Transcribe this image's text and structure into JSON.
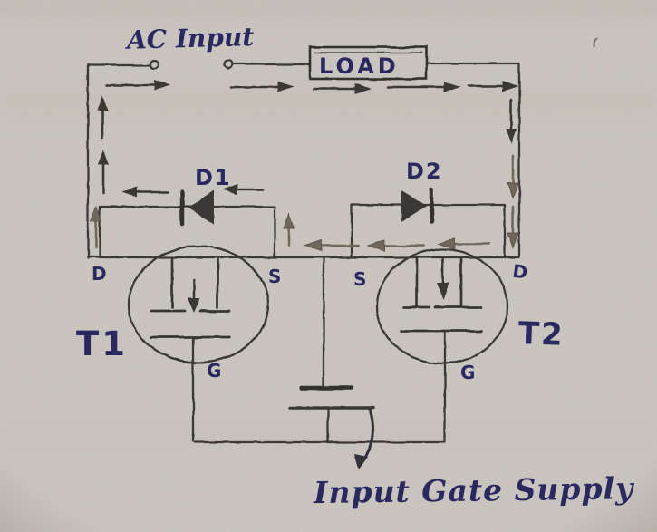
{
  "diagram": {
    "kind": "hand-drawn circuit schematic",
    "labels": {
      "ac_input": "AC Input",
      "load": "LOAD",
      "diode1": "D1",
      "diode2": "D2",
      "transistor1": "T1",
      "transistor2": "T2",
      "t1_drain": "D",
      "t1_source": "S",
      "t2_source": "S",
      "t2_drain": "D",
      "t1_gate": "G",
      "t2_gate": "G",
      "gate_supply": "Input Gate Supply"
    },
    "components": {
      "source_terminals": 2,
      "diodes": [
        {
          "name": "D1",
          "points": "left"
        },
        {
          "name": "D2",
          "points": "right"
        }
      ],
      "transistors": [
        {
          "name": "T1",
          "terminals": [
            "D",
            "S",
            "G"
          ]
        },
        {
          "name": "T2",
          "terminals": [
            "S",
            "D",
            "G"
          ]
        }
      ],
      "battery_between_gates": true
    },
    "colors": {
      "paper": "#cdc9c2",
      "ink_blue": "#2a2860",
      "pencil_dark": "#3b3834",
      "pencil_light": "#6f675c"
    }
  }
}
